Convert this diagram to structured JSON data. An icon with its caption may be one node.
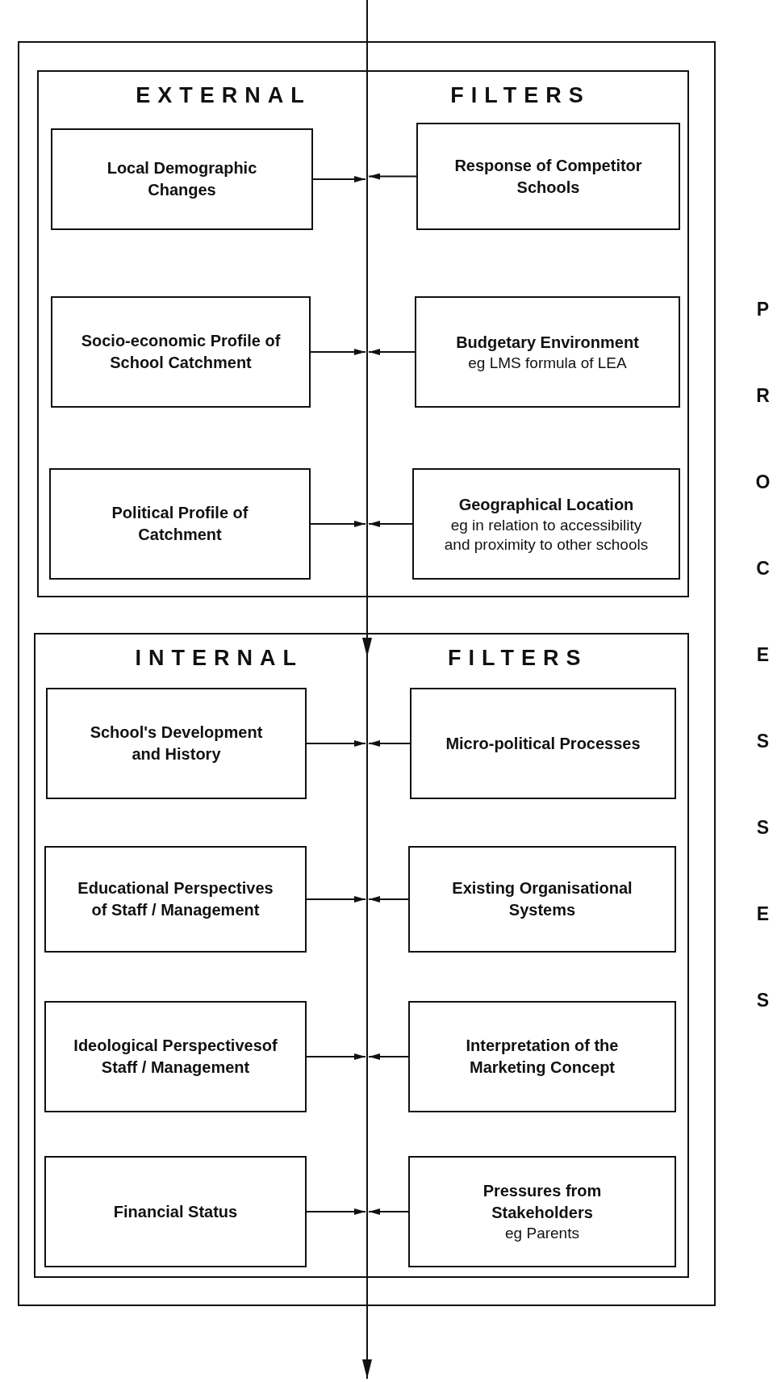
{
  "diagram": {
    "nodes": [
      {
        "text": [],
        "shape": "box"
      },
      {
        "text": [
          "EXTERNAL",
          "FILTERS"
        ],
        "in": 0
      },
      {
        "text": [
          "Local Demographic Changes"
        ],
        "in": 1
      },
      {
        "text": [
          "Response of Competitor Schools"
        ],
        "in": 1
      },
      {
        "text": [
          "Socio-economic Profile of School Catchment"
        ],
        "in": 1
      },
      {
        "text": [
          "Budgetary Environment",
          "eg LMS formula of LEA"
        ],
        "in": 1
      },
      {
        "text": [
          "Political Profile of Catchment"
        ],
        "in": 1
      },
      {
        "text": [
          "Geographical Location",
          "eg in relation to accessibility and proximity to other schools"
        ],
        "in": 1
      },
      {
        "text": [
          "INTERNAL",
          "FILTERS"
        ],
        "in": 0
      },
      {
        "text": [
          "School's Development and History"
        ],
        "in": 8
      },
      {
        "text": [
          "Micro-political Processes"
        ],
        "in": 8
      },
      {
        "text": [
          "Educational Perspectives of Staff / Management"
        ],
        "in": 8
      },
      {
        "text": [
          "Existing Organisational Systems"
        ],
        "in": 8
      },
      {
        "text": [
          "Ideological Perspectivesof Staff / Management"
        ],
        "in": 8
      },
      {
        "text": [
          "Interpretation of the Marketing Concept"
        ],
        "in": 8
      },
      {
        "text": [
          "Financial Status"
        ],
        "in": 8
      },
      {
        "text": [
          "Pressures from Stakeholders",
          "eg Parents"
        ],
        "in": 8
      }
    ],
    "edges": [
      {
        "from": 2,
        "to": null,
        "arrow": "to"
      },
      {
        "from": 3,
        "to": null,
        "arrow": "to"
      },
      {
        "from": 4,
        "to": null,
        "arrow": "to"
      },
      {
        "from": 5,
        "to": null,
        "arrow": "to"
      },
      {
        "from": 6,
        "to": null,
        "arrow": "to"
      },
      {
        "from": 7,
        "to": null,
        "arrow": "to"
      },
      {
        "from": 9,
        "to": null,
        "arrow": "to"
      },
      {
        "from": 10,
        "to": null,
        "arrow": "to"
      },
      {
        "from": 11,
        "to": null,
        "arrow": "to"
      },
      {
        "from": 12,
        "to": null,
        "arrow": "to"
      },
      {
        "from": 13,
        "to": null,
        "arrow": "to"
      },
      {
        "from": 14,
        "to": null,
        "arrow": "to"
      },
      {
        "from": 15,
        "to": null,
        "arrow": "to"
      },
      {
        "from": 16,
        "to": null,
        "arrow": "to"
      }
    ],
    "labels": [
      "PROCESSES"
    ]
  }
}
